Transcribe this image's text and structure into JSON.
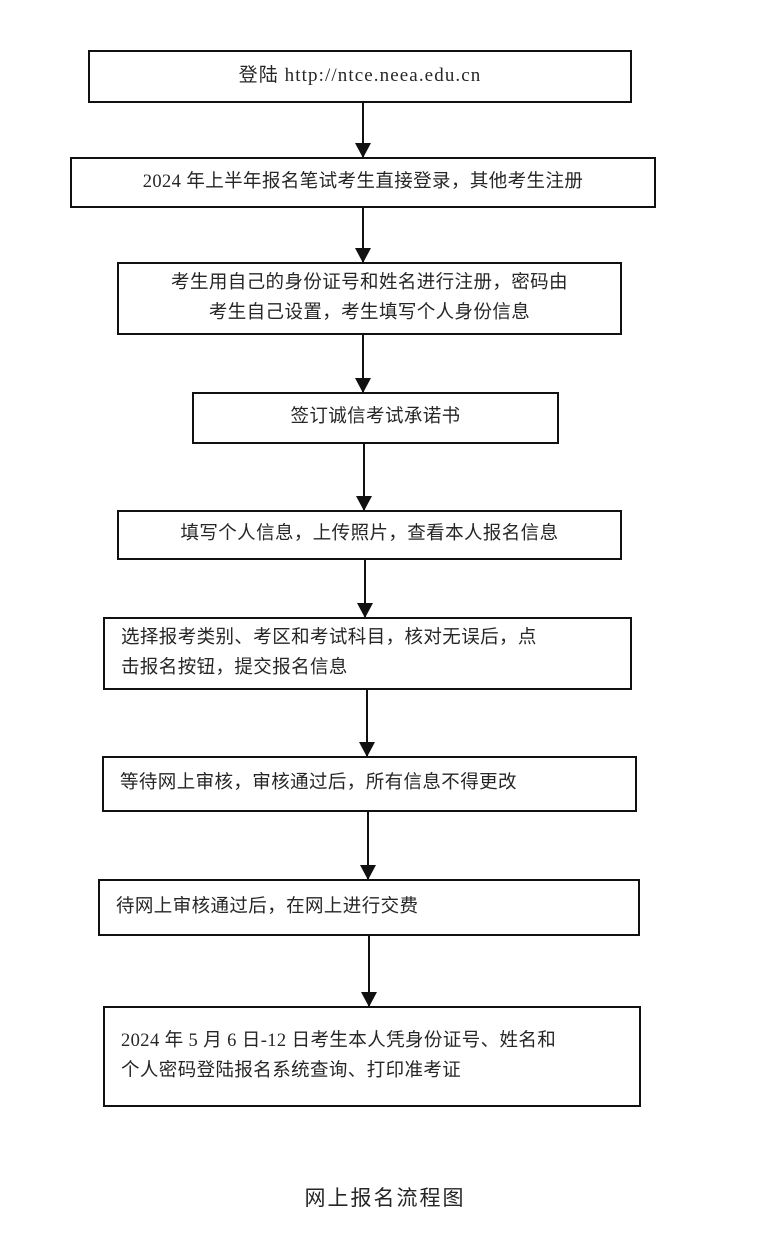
{
  "chart_data": {
    "type": "diagram",
    "title": "网上报名流程图",
    "diagram_kind": "flowchart",
    "orientation": "top-to-bottom",
    "node_count": 9,
    "connector_count": 8,
    "connector_style": "solid-line-with-filled-arrowhead",
    "nodes": [
      {
        "id": "n1",
        "lines": [
          "登陆 http://ntce.neea.edu.cn"
        ],
        "align": "center"
      },
      {
        "id": "n2",
        "lines": [
          "2024 年上半年报名笔试考生直接登录，其他考生注册"
        ],
        "align": "center"
      },
      {
        "id": "n3",
        "lines": [
          "考生用自己的身份证号和姓名进行注册，密码由",
          "考生自己设置，考生填写个人身份信息"
        ],
        "align": "center"
      },
      {
        "id": "n4",
        "lines": [
          "签订诚信考试承诺书"
        ],
        "align": "center"
      },
      {
        "id": "n5",
        "lines": [
          "填写个人信息，上传照片，查看本人报名信息"
        ],
        "align": "center"
      },
      {
        "id": "n6",
        "lines": [
          "选择报考类别、考区和考试科目，核对无误后，点",
          "击报名按钮，提交报名信息"
        ],
        "align": "left"
      },
      {
        "id": "n7",
        "lines": [
          "等待网上审核，审核通过后，所有信息不得更改"
        ],
        "align": "left"
      },
      {
        "id": "n8",
        "lines": [
          "待网上审核通过后，在网上进行交费"
        ],
        "align": "left"
      },
      {
        "id": "n9",
        "lines": [
          "2024 年 5 月 6 日-12 日考生本人凭身份证号、姓名和",
          "个人密码登陆报名系统查询、打印准考证"
        ],
        "align": "left"
      }
    ],
    "edges": [
      {
        "from": "n1",
        "to": "n2"
      },
      {
        "from": "n2",
        "to": "n3"
      },
      {
        "from": "n3",
        "to": "n4"
      },
      {
        "from": "n4",
        "to": "n5"
      },
      {
        "from": "n5",
        "to": "n6"
      },
      {
        "from": "n6",
        "to": "n7"
      },
      {
        "from": "n7",
        "to": "n8"
      },
      {
        "from": "n8",
        "to": "n9"
      }
    ],
    "colors": {
      "background": "#ffffff",
      "node_border": "#111111",
      "node_fill": "#ffffff",
      "text": "#262626",
      "connector": "#111111"
    }
  },
  "flowchart": {
    "caption": "网上报名流程图",
    "node1": {
      "line1": "登陆 http://ntce.neea.edu.cn"
    },
    "node2": {
      "line1": "2024 年上半年报名笔试考生直接登录，其他考生注册"
    },
    "node3": {
      "line1": "考生用自己的身份证号和姓名进行注册，密码由",
      "line2": "考生自己设置，考生填写个人身份信息"
    },
    "node4": {
      "line1": "签订诚信考试承诺书"
    },
    "node5": {
      "line1": "填写个人信息，上传照片，查看本人报名信息"
    },
    "node6": {
      "line1": "选择报考类别、考区和考试科目，核对无误后，点",
      "line2": "击报名按钮，提交报名信息"
    },
    "node7": {
      "line1": "等待网上审核，审核通过后，所有信息不得更改"
    },
    "node8": {
      "line1": "待网上审核通过后，在网上进行交费"
    },
    "node9": {
      "line1": "2024 年 5 月 6 日-12 日考生本人凭身份证号、姓名和",
      "line2": "个人密码登陆报名系统查询、打印准考证"
    }
  }
}
